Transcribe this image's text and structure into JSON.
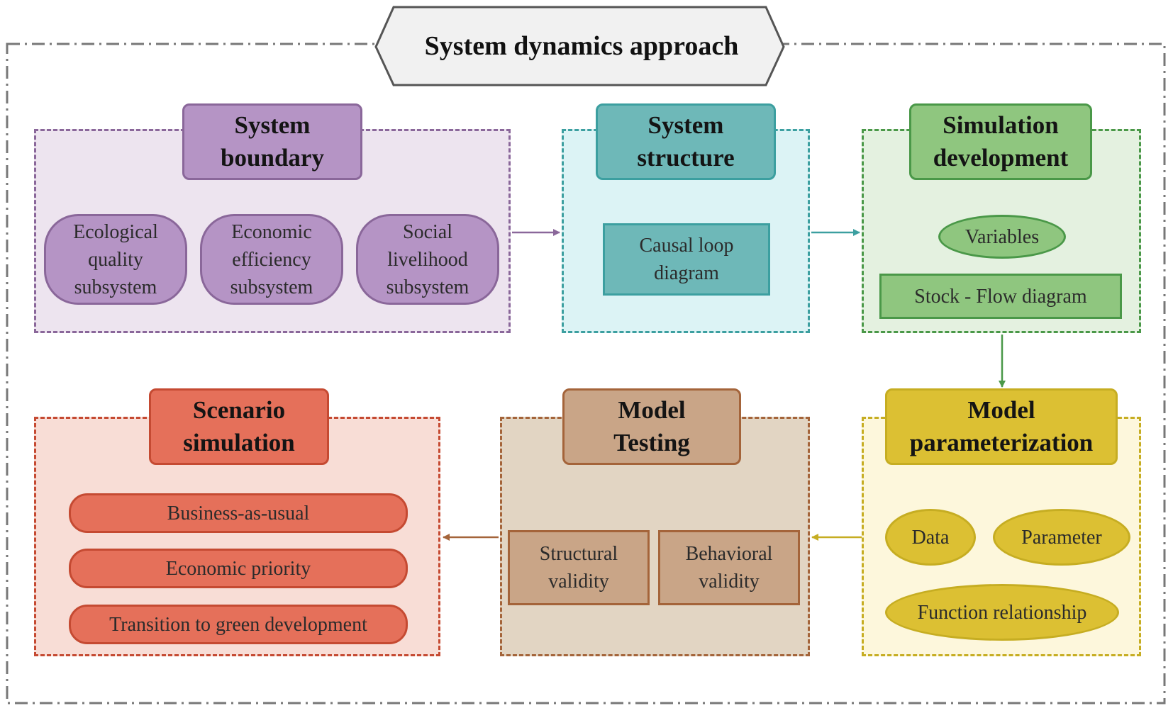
{
  "title": "System dynamics approach",
  "colors": {
    "frame": "#666666",
    "boundary": "#8a679a",
    "structure": "#3c9fa0",
    "simulation": "#4a9848",
    "parameterization": "#c6ad22",
    "testing": "#a4643a",
    "scenario": "#c54a32"
  },
  "stages": {
    "system_boundary": {
      "heading": [
        "System",
        "boundary"
      ],
      "items": [
        [
          "Ecological",
          "quality",
          "subsystem"
        ],
        [
          "Economic",
          "efficiency",
          "subsystem"
        ],
        [
          "Social",
          "livelihood",
          "subsystem"
        ]
      ]
    },
    "system_structure": {
      "heading": [
        "System",
        "structure"
      ],
      "items": [
        [
          "Causal loop",
          "diagram"
        ]
      ]
    },
    "simulation_development": {
      "heading": [
        "Simulation",
        "development"
      ],
      "items": [
        "Variables",
        "Stock - Flow diagram"
      ]
    },
    "model_parameterization": {
      "heading": [
        "Model",
        "parameterization"
      ],
      "items": [
        "Data",
        "Parameter",
        "Function relationship"
      ]
    },
    "model_testing": {
      "heading": [
        "Model",
        "Testing"
      ],
      "items": [
        [
          "Structural",
          "validity"
        ],
        [
          "Behavioral",
          "validity"
        ]
      ]
    },
    "scenario_simulation": {
      "heading": [
        "Scenario",
        "simulation"
      ],
      "items": [
        "Business-as-usual",
        "Economic priority",
        "Transition to green development"
      ]
    }
  }
}
